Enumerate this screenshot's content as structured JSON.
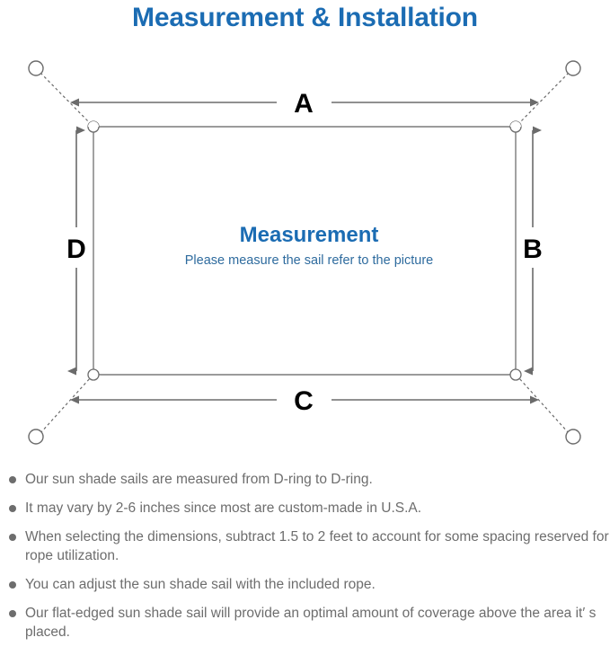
{
  "page": {
    "title": "Measurement & Installation",
    "title_color": "#1b6cb3"
  },
  "diagram": {
    "center_heading": "Measurement",
    "center_subtext": "Please measure the sail refer to the picture",
    "heading_color": "#1b6cb3",
    "subtext_color": "#2e6b9e",
    "line_color": "#6b6b6b",
    "sail_outline_color": "#7a7a7a",
    "dimension_labels": [
      {
        "id": "A",
        "label": "A",
        "position": "top"
      },
      {
        "id": "B",
        "label": "B",
        "position": "right"
      },
      {
        "id": "C",
        "label": "C",
        "position": "bottom"
      },
      {
        "id": "D",
        "label": "D",
        "position": "left"
      }
    ],
    "anchor_points": [
      {
        "id": "anchor-top-left",
        "corner": "top-left"
      },
      {
        "id": "anchor-top-right",
        "corner": "top-right"
      },
      {
        "id": "anchor-bottom-left",
        "corner": "bottom-left"
      },
      {
        "id": "anchor-bottom-right",
        "corner": "bottom-right"
      }
    ],
    "d_rings": [
      {
        "id": "d-ring-top-left",
        "corner": "top-left"
      },
      {
        "id": "d-ring-top-right",
        "corner": "top-right"
      },
      {
        "id": "d-ring-bottom-left",
        "corner": "bottom-left"
      },
      {
        "id": "d-ring-bottom-right",
        "corner": "bottom-right"
      }
    ]
  },
  "notes": {
    "bullet_color": "#6d6d6d",
    "items": [
      {
        "text": "Our sun shade sails are measured from D-ring to D-ring."
      },
      {
        "text": "It may vary by 2-6 inches since most are custom-made in U.S.A."
      },
      {
        "text": "When selecting the dimensions, subtract 1.5 to 2 feet to account for some spacing reserved for rope utilization."
      },
      {
        "text": "You can adjust the sun shade sail with the included rope."
      },
      {
        "text": "Our flat-edged sun shade sail will provide an optimal amount of coverage above the area it′ s placed."
      }
    ]
  }
}
